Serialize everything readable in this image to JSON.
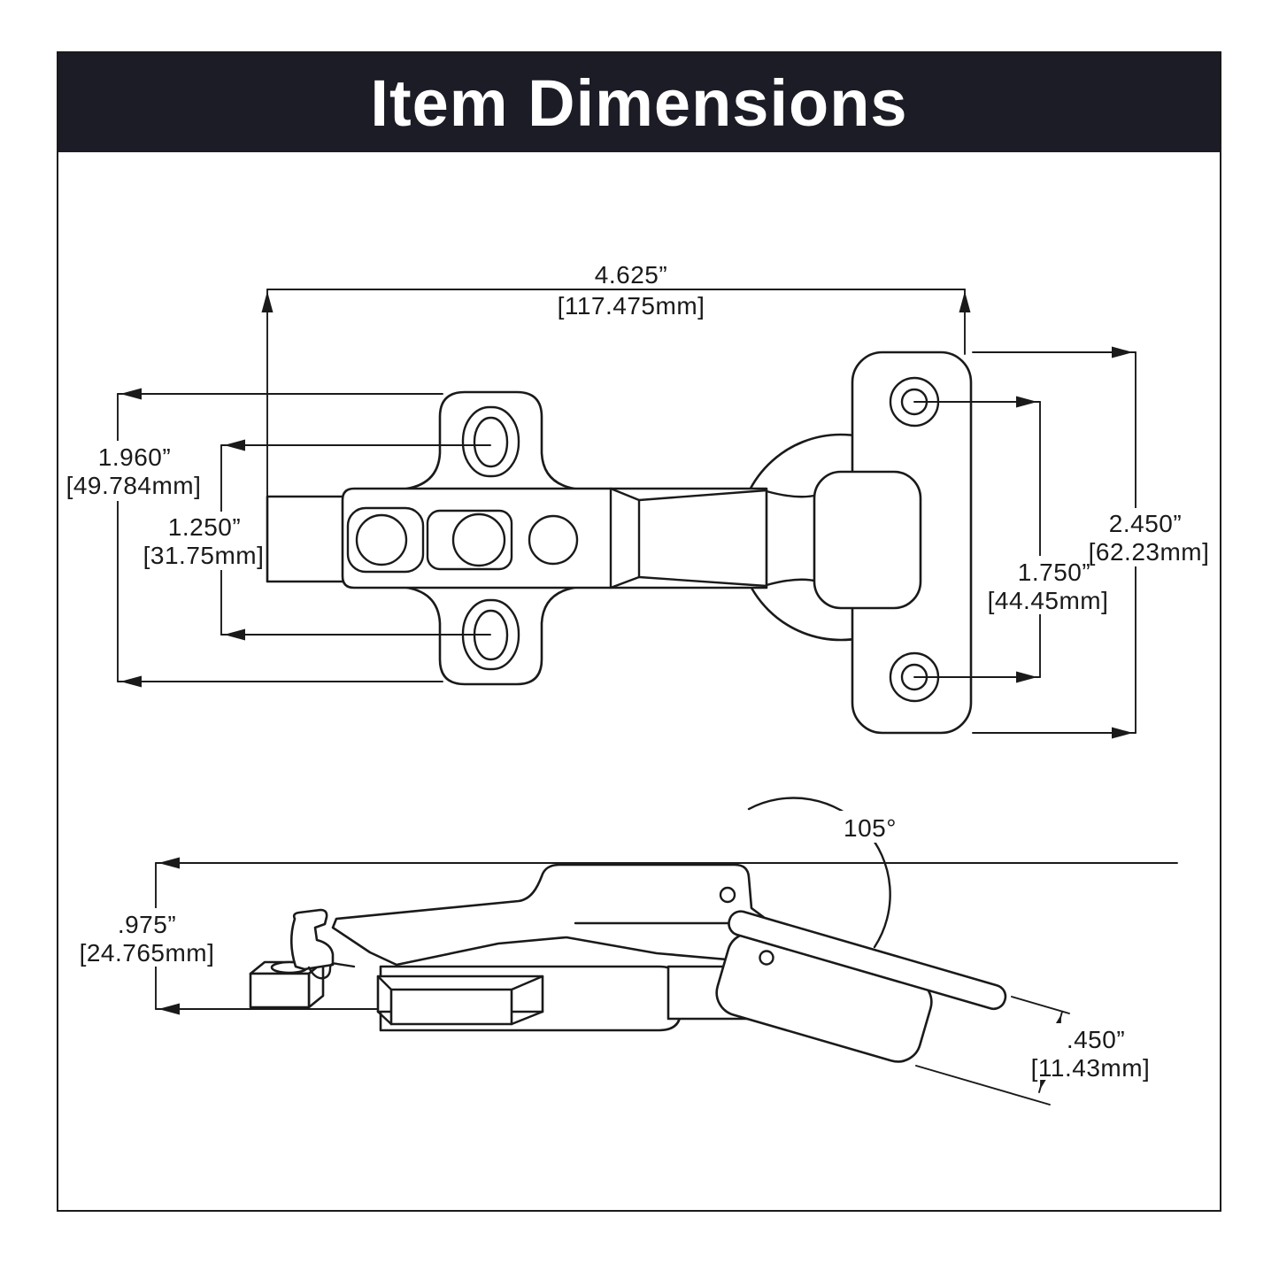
{
  "header": {
    "title": "Item Dimensions",
    "bg_color": "#1c1c26",
    "text_color": "#ffffff"
  },
  "diagram": {
    "line_color": "#1a1a1a",
    "top_view": {
      "overall_width_in": "4.625”",
      "overall_width_mm": "[117.475mm]",
      "plate_height_in": "1.960”",
      "plate_height_mm": "[49.784mm]",
      "slot_spacing_in": "1.250”",
      "slot_spacing_mm": "[31.75mm]",
      "hole_spacing_in": "1.750”",
      "hole_spacing_mm": "[44.45mm]",
      "flange_height_in": "2.450”",
      "flange_height_mm": "[62.23mm]"
    },
    "side_view": {
      "closed_height_in": ".975”",
      "closed_height_mm": "[24.765mm]",
      "cup_depth_in": ".450”",
      "cup_depth_mm": "[11.43mm]",
      "opening_angle": "105°"
    }
  }
}
